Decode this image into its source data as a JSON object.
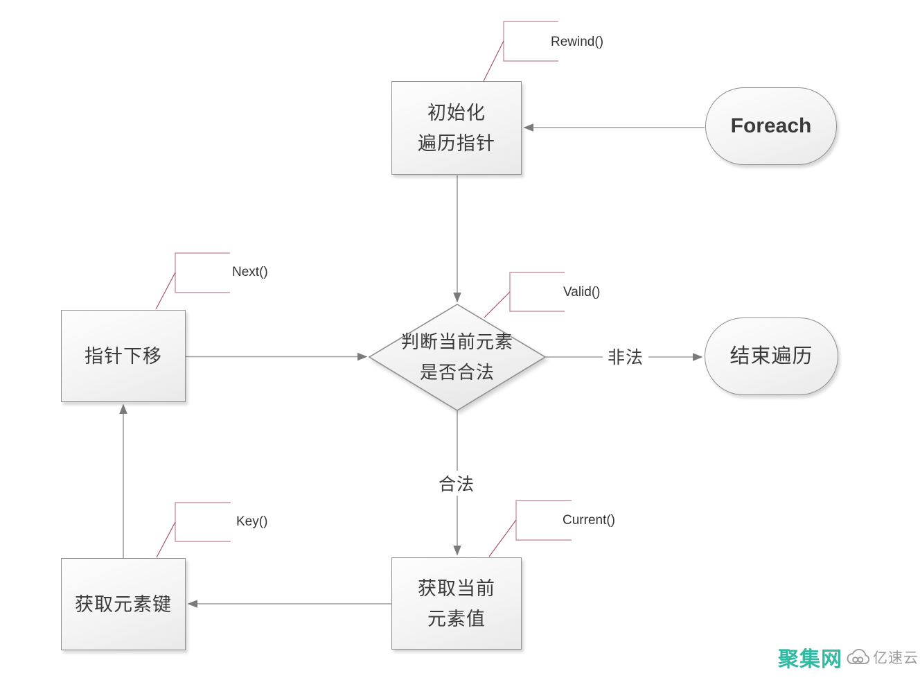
{
  "colors": {
    "node_border": "#8e8e8e",
    "node_fill_light": "#fdfdfd",
    "node_fill_dark": "#e9e9e9",
    "line_gray": "#9d9d9d",
    "arrow_fill": "#7a7a7a",
    "callout_pink": "#c795a1",
    "leader_red": "#a4556b",
    "text_dark": "#3a3a3a",
    "watermark_teal": "#32b9a1",
    "watermark_gray": "#9b9b9b"
  },
  "nodes": {
    "foreach": {
      "label": "Foreach"
    },
    "init": {
      "label": "初始化\n遍历指针"
    },
    "decision": {
      "label": "判断当前元素\n是否合法"
    },
    "move_next": {
      "label": "指针下移"
    },
    "end": {
      "label": "结束遍历"
    },
    "get_value": {
      "label": "获取当前\n元素值"
    },
    "get_key": {
      "label": "获取元素键"
    }
  },
  "callouts": {
    "rewind": {
      "label": "Rewind()"
    },
    "valid": {
      "label": "Valid()"
    },
    "next": {
      "label": "Next()"
    },
    "current": {
      "label": "Current()"
    },
    "key": {
      "label": "Key()"
    }
  },
  "edge_labels": {
    "invalid": "非法",
    "valid": "合法"
  },
  "watermark": {
    "site_name": "聚集网",
    "brand_name": "亿速云"
  }
}
